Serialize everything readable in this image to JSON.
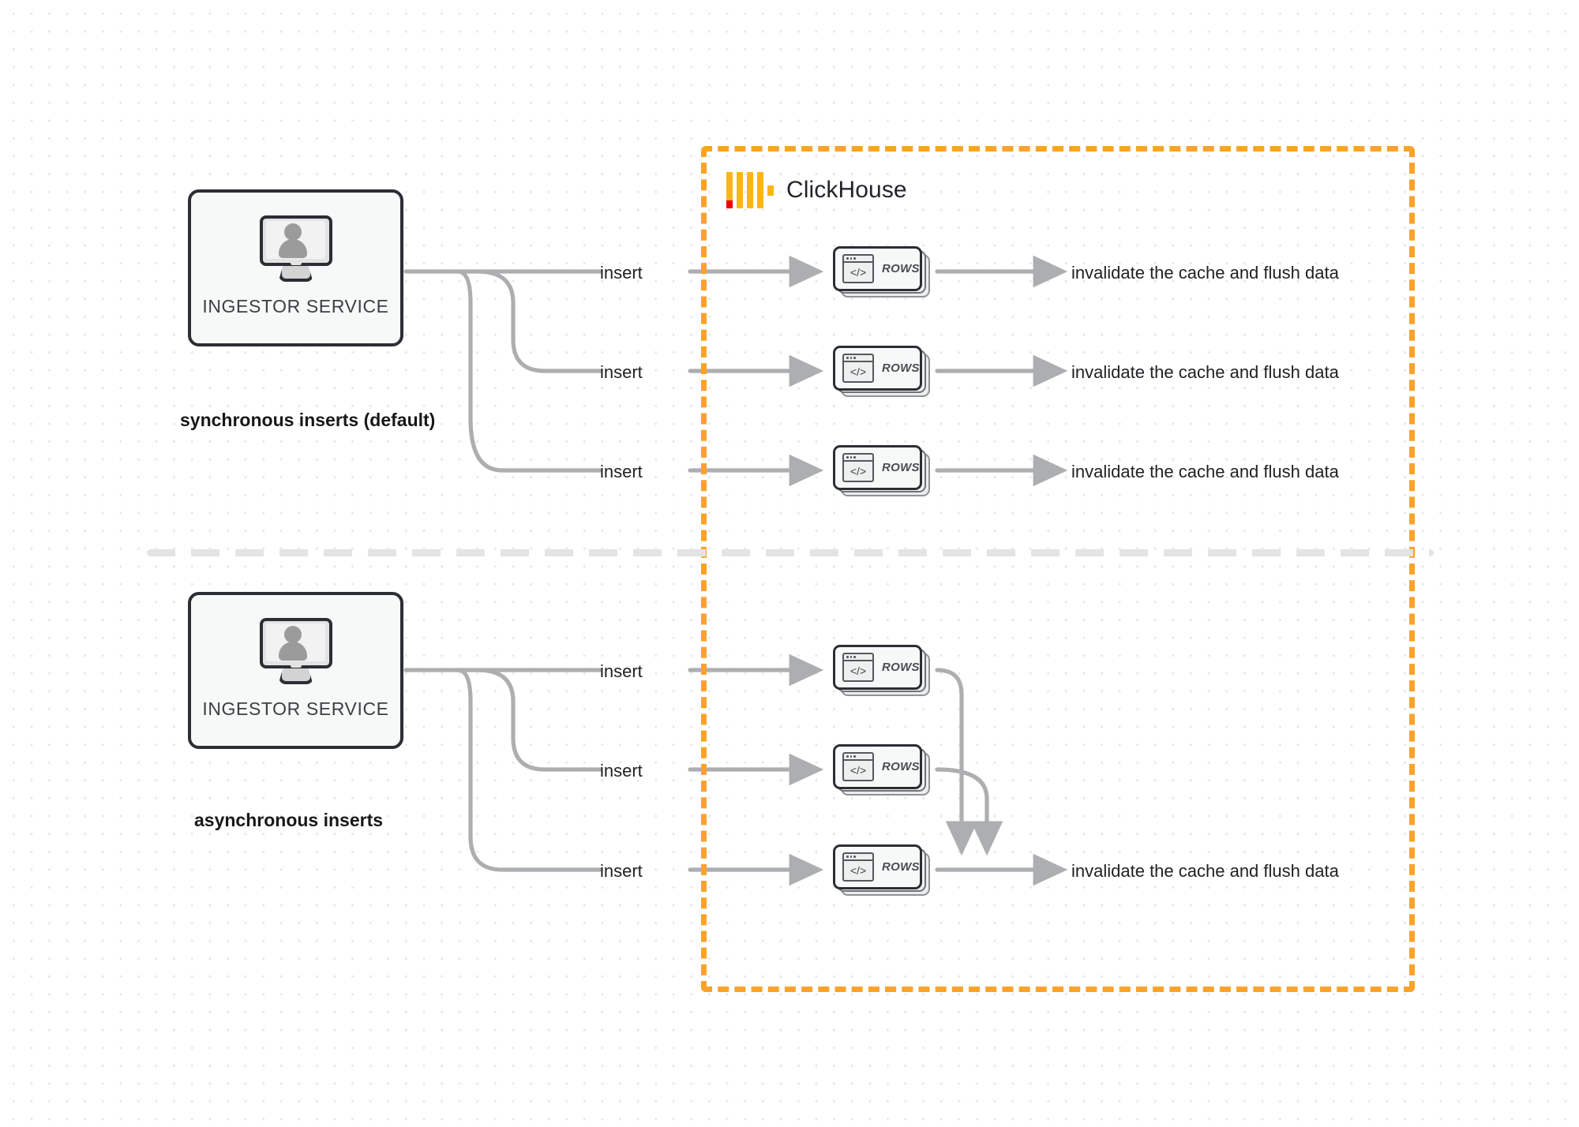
{
  "diagram": {
    "title": "ClickHouse synchronous vs asynchronous inserts",
    "colors": {
      "boundary_orange": "#f9a32b",
      "logo_orange": "#fbb614",
      "logo_red": "#f50000",
      "wire_gray": "#acaeb0",
      "node_outline": "#2b2e33",
      "node_fill": "#f7f8f8",
      "background": "#ffffff",
      "dot_grid": "#e8e8e8",
      "divider_gray": "#e4e4e4"
    }
  },
  "clickhouse_boundary": {
    "wordmark": "ClickHouse",
    "logo_name": "clickhouse-logo"
  },
  "sections": [
    {
      "id": "synchronous",
      "caption": "synchronous inserts (default)",
      "source": {
        "label": "INGESTOR SERVICE",
        "icon": "monitor-user-icon"
      },
      "branches": [
        {
          "edge_label": "insert",
          "node_label": "ROWS",
          "node_icon": "code-window-icon",
          "result_label": "invalidate the cache and flush data"
        },
        {
          "edge_label": "insert",
          "node_label": "ROWS",
          "node_icon": "code-window-icon",
          "result_label": "invalidate the cache and flush data"
        },
        {
          "edge_label": "insert",
          "node_label": "ROWS",
          "node_icon": "code-window-icon",
          "result_label": "invalidate the cache and flush data"
        }
      ]
    },
    {
      "id": "asynchronous",
      "caption": "asynchronous inserts",
      "source": {
        "label": "INGESTOR SERVICE",
        "icon": "monitor-user-icon"
      },
      "branches": [
        {
          "edge_label": "insert",
          "node_label": "ROWS",
          "node_icon": "code-window-icon"
        },
        {
          "edge_label": "insert",
          "node_label": "ROWS",
          "node_icon": "code-window-icon"
        },
        {
          "edge_label": "insert",
          "node_label": "ROWS",
          "node_icon": "code-window-icon"
        }
      ],
      "merged_result_label": "invalidate the cache and flush data"
    }
  ]
}
